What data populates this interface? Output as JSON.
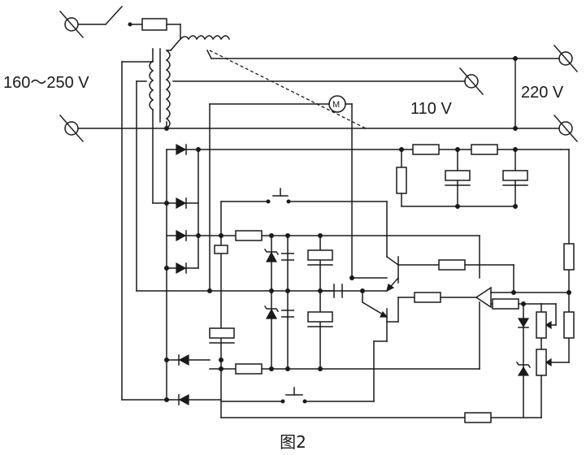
{
  "labels": {
    "input_voltage": "160～250 V",
    "output_220": "220 V",
    "output_110": "110 V",
    "motor": "M"
  },
  "caption": "图2"
}
